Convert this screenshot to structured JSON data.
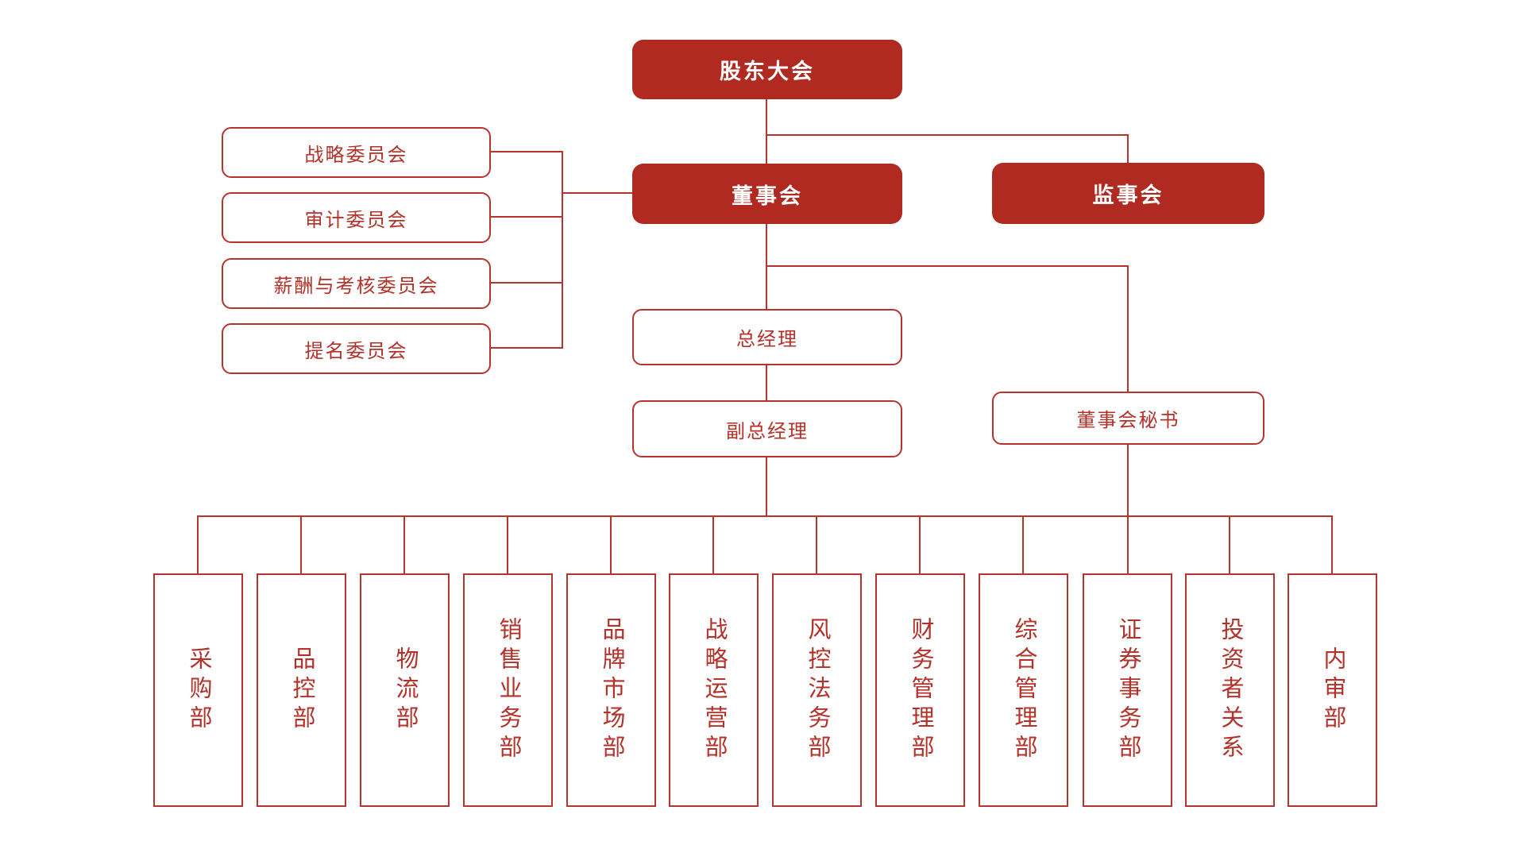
{
  "org": {
    "shareholders": {
      "label": "股东大会"
    },
    "board": {
      "label": "董事会"
    },
    "supervisory": {
      "label": "监事会"
    },
    "committees": [
      {
        "label": "战略委员会"
      },
      {
        "label": "审计委员会"
      },
      {
        "label": "薪酬与考核委员会"
      },
      {
        "label": "提名委员会"
      }
    ],
    "general_manager": {
      "label": "总经理"
    },
    "deputy_general_manager": {
      "label": "副总经理"
    },
    "board_secretary": {
      "label": "董事会秘书"
    },
    "departments": [
      {
        "label": "采购部"
      },
      {
        "label": "品控部"
      },
      {
        "label": "物流部"
      },
      {
        "label": "销售业务部"
      },
      {
        "label": "品牌市场部"
      },
      {
        "label": "战略运营部"
      },
      {
        "label": "风控法务部"
      },
      {
        "label": "财务管理部"
      },
      {
        "label": "综合管理部"
      },
      {
        "label": "证券事务部"
      },
      {
        "label": "投资者关系"
      },
      {
        "label": "内审部"
      }
    ]
  },
  "colors": {
    "solid_fill": "#b12a22",
    "line": "#b5342b",
    "text_red": "#b23129",
    "bg": "#ffffff",
    "node_text_light": "#ffffff"
  }
}
